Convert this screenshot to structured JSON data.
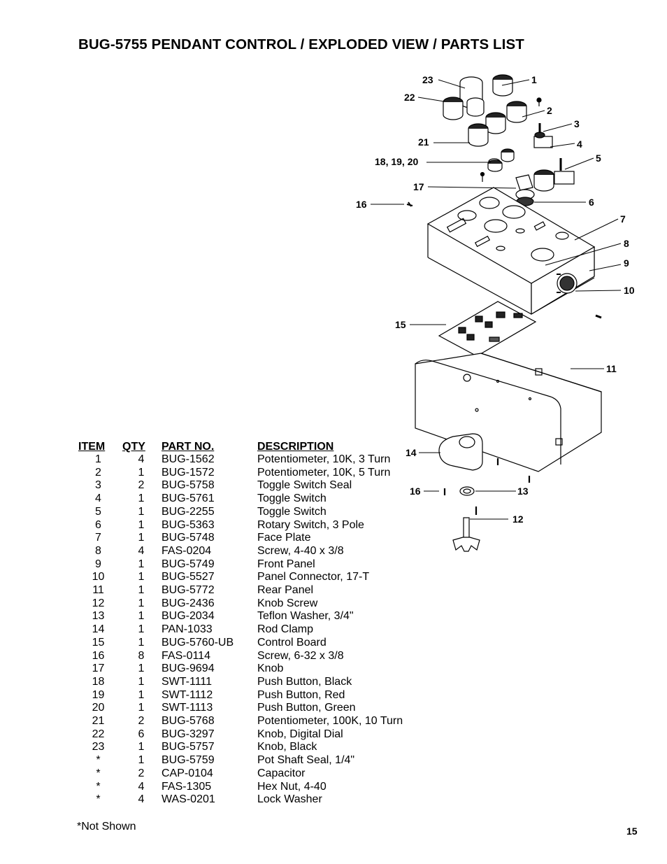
{
  "page": {
    "title": "BUG-5755 PENDANT CONTROL / EXPLODED VIEW / PARTS LIST",
    "footnote": "*Not Shown",
    "page_number": "15"
  },
  "diagram": {
    "callouts": [
      "23",
      "1",
      "22",
      "2",
      "3",
      "4",
      "21",
      "5",
      "18, 19, 20",
      "17",
      "6",
      "16",
      "7",
      "8",
      "9",
      "10",
      "15",
      "11",
      "14",
      "16",
      "13",
      "12"
    ]
  },
  "parts_table": {
    "headers": {
      "item": "ITEM",
      "qty": "QTY",
      "part_no": "PART NO.",
      "description": "DESCRIPTION"
    },
    "rows": [
      {
        "item": "1",
        "qty": "4",
        "part_no": "BUG-1562",
        "description": "Potentiometer, 10K, 3 Turn"
      },
      {
        "item": "2",
        "qty": "1",
        "part_no": "BUG-1572",
        "description": "Potentiometer, 10K, 5 Turn"
      },
      {
        "item": "3",
        "qty": "2",
        "part_no": "BUG-5758",
        "description": "Toggle Switch Seal"
      },
      {
        "item": "4",
        "qty": "1",
        "part_no": "BUG-5761",
        "description": "Toggle Switch"
      },
      {
        "item": "5",
        "qty": "1",
        "part_no": "BUG-2255",
        "description": "Toggle Switch"
      },
      {
        "item": "6",
        "qty": "1",
        "part_no": "BUG-5363",
        "description": "Rotary Switch, 3 Pole"
      },
      {
        "item": "7",
        "qty": "1",
        "part_no": "BUG-5748",
        "description": "Face Plate"
      },
      {
        "item": "8",
        "qty": "4",
        "part_no": "FAS-0204",
        "description": "Screw, 4-40 x 3/8"
      },
      {
        "item": "9",
        "qty": "1",
        "part_no": "BUG-5749",
        "description": "Front Panel"
      },
      {
        "item": "10",
        "qty": "1",
        "part_no": "BUG-5527",
        "description": "Panel Connector, 17-T"
      },
      {
        "item": "11",
        "qty": "1",
        "part_no": "BUG-5772",
        "description": "Rear Panel"
      },
      {
        "item": "12",
        "qty": "1",
        "part_no": "BUG-2436",
        "description": "Knob Screw"
      },
      {
        "item": "13",
        "qty": "1",
        "part_no": "BUG-2034",
        "description": "Teflon Washer, 3/4\""
      },
      {
        "item": "14",
        "qty": "1",
        "part_no": "PAN-1033",
        "description": "Rod Clamp"
      },
      {
        "item": "15",
        "qty": "1",
        "part_no": "BUG-5760-UB",
        "description": "Control Board"
      },
      {
        "item": "16",
        "qty": "8",
        "part_no": "FAS-0114",
        "description": "Screw, 6-32 x 3/8"
      },
      {
        "item": "17",
        "qty": "1",
        "part_no": "BUG-9694",
        "description": "Knob"
      },
      {
        "item": "18",
        "qty": "1",
        "part_no": "SWT-1111",
        "description": "Push Button, Black"
      },
      {
        "item": "19",
        "qty": "1",
        "part_no": "SWT-1112",
        "description": "Push Button, Red"
      },
      {
        "item": "20",
        "qty": "1",
        "part_no": "SWT-1113",
        "description": "Push Button, Green"
      },
      {
        "item": "21",
        "qty": "2",
        "part_no": "BUG-5768",
        "description": "Potentiometer, 100K, 10 Turn"
      },
      {
        "item": "22",
        "qty": "6",
        "part_no": "BUG-3297",
        "description": "Knob, Digital Dial"
      },
      {
        "item": "23",
        "qty": "1",
        "part_no": "BUG-5757",
        "description": "Knob, Black"
      },
      {
        "item": "*",
        "qty": "1",
        "part_no": "BUG-5759",
        "description": "Pot Shaft Seal, 1/4\""
      },
      {
        "item": "*",
        "qty": "2",
        "part_no": "CAP-0104",
        "description": "Capacitor"
      },
      {
        "item": "*",
        "qty": "4",
        "part_no": "FAS-1305",
        "description": "Hex Nut, 4-40"
      },
      {
        "item": "*",
        "qty": "4",
        "part_no": "WAS-0201",
        "description": "Lock Washer"
      }
    ]
  }
}
